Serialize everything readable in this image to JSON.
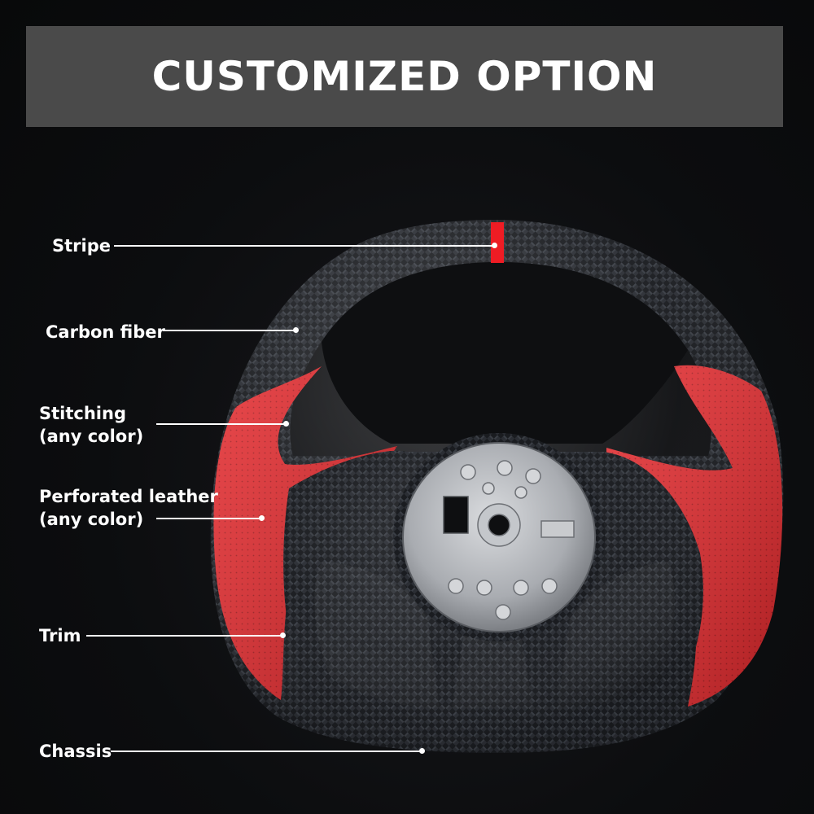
{
  "header": {
    "title": "CUSTOMIZED OPTION"
  },
  "callouts": [
    {
      "line1": "Stripe",
      "line2": ""
    },
    {
      "line1": "Carbon fiber",
      "line2": ""
    },
    {
      "line1": "Stitching",
      "line2": "(any color)"
    },
    {
      "line1": "Perforated leather",
      "line2": "(any color)"
    },
    {
      "line1": "Trim",
      "line2": ""
    },
    {
      "line1": "Chassis",
      "line2": ""
    }
  ],
  "colors": {
    "background": "#0b0c0e",
    "title_bar": "#4a4a4a",
    "leather_red": "#e8262a",
    "carbon_dark": "#1c1e22",
    "stripe_red": "#ee1c24",
    "hub_silver": "#b8bbbf"
  }
}
